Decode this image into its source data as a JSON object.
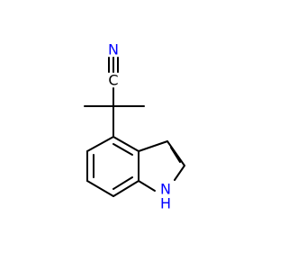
{
  "molecule": {
    "atoms": {
      "nitrogen_nitrile": {
        "symbol": "N",
        "color": "#0000ff"
      },
      "carbon_nitrile": {
        "symbol": "C",
        "color": "#000000"
      },
      "nitrogen_indole": {
        "symbol": "N",
        "color": "#0000ff"
      },
      "hydrogen_indole": {
        "symbol": "H",
        "color": "#0000ff"
      }
    }
  }
}
